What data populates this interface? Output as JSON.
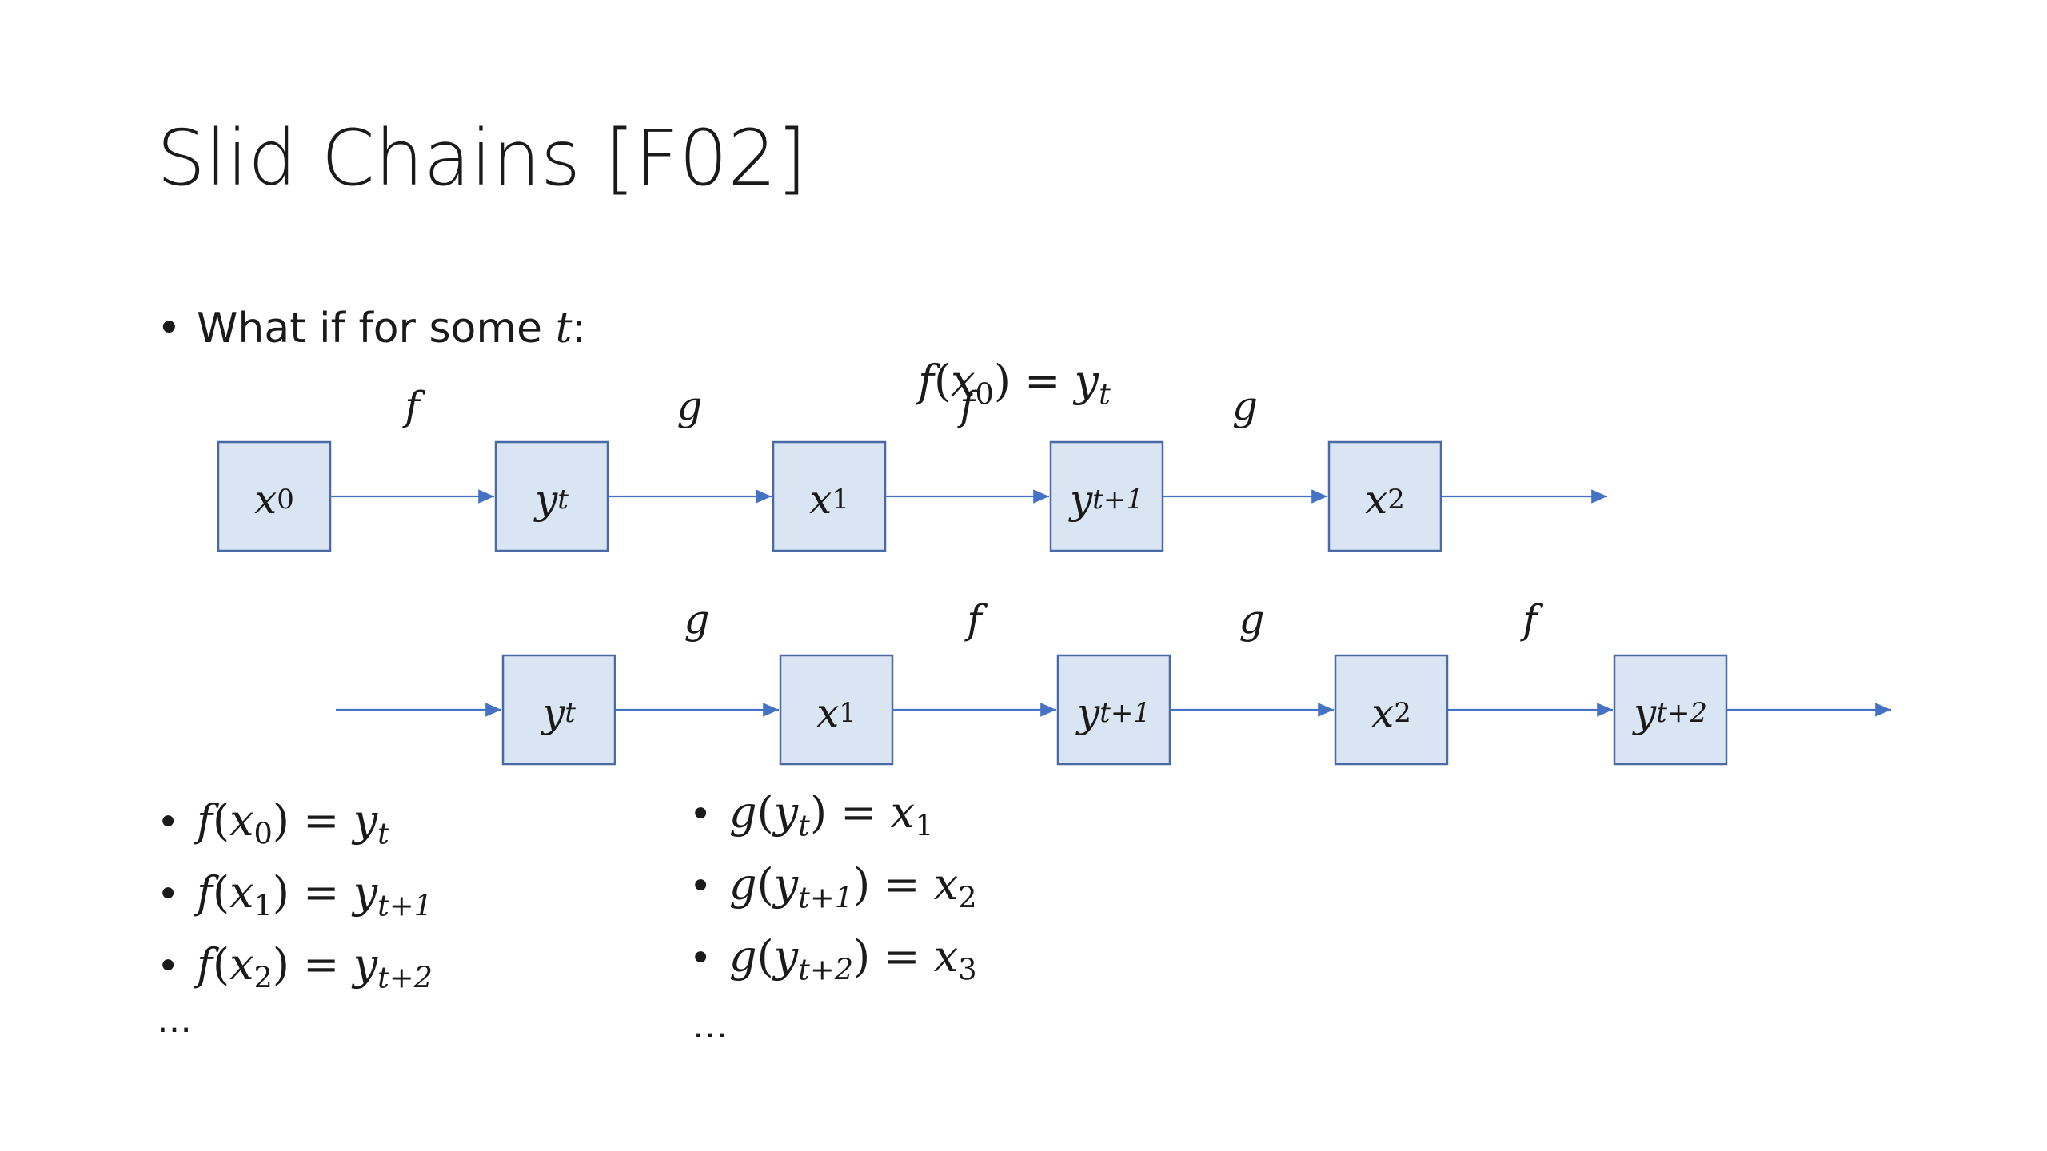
{
  "slide": {
    "title": "Slid Chains [F02]",
    "bullet_intro": {
      "text": "What if for some ",
      "var": "t",
      "suffix": ":"
    },
    "center_equation": {
      "lhs_fn": "f",
      "lhs_arg": "x",
      "lhs_arg_sub": "0",
      "rhs": "y",
      "rhs_sub": "t"
    }
  },
  "colors": {
    "box_fill": "#dae5f3",
    "box_stroke": "#4a6aa5",
    "arrow": "#4472c4",
    "text": "#1a1a1a"
  },
  "diagram": {
    "top_row": {
      "nodes": [
        {
          "base": "x",
          "sub": "0"
        },
        {
          "base": "y",
          "sub": "t"
        },
        {
          "base": "x",
          "sub": "1"
        },
        {
          "base": "y",
          "sub": "t+1"
        },
        {
          "base": "x",
          "sub": "2"
        }
      ],
      "edges": [
        "f",
        "g",
        "f",
        "g"
      ]
    },
    "bottom_row": {
      "nodes": [
        {
          "base": "y",
          "sub": "t"
        },
        {
          "base": "x",
          "sub": "1"
        },
        {
          "base": "y",
          "sub": "t+1"
        },
        {
          "base": "x",
          "sub": "2"
        },
        {
          "base": "y",
          "sub": "t+2"
        }
      ],
      "edges": [
        "g",
        "f",
        "g",
        "f"
      ]
    }
  },
  "lists": {
    "left": [
      {
        "fn": "f",
        "arg": "x",
        "arg_sub": "0",
        "res": "y",
        "res_sub": "t"
      },
      {
        "fn": "f",
        "arg": "x",
        "arg_sub": "1",
        "res": "y",
        "res_sub": "t+1"
      },
      {
        "fn": "f",
        "arg": "x",
        "arg_sub": "2",
        "res": "y",
        "res_sub": "t+2"
      }
    ],
    "right": [
      {
        "fn": "g",
        "arg": "y",
        "arg_sub": "t",
        "res": "x",
        "res_sub": "1"
      },
      {
        "fn": "g",
        "arg": "y",
        "arg_sub": "t+1",
        "res": "x",
        "res_sub": "2"
      },
      {
        "fn": "g",
        "arg": "y",
        "arg_sub": "t+2",
        "res": "x",
        "res_sub": "3"
      }
    ],
    "ellipsis": "…"
  }
}
